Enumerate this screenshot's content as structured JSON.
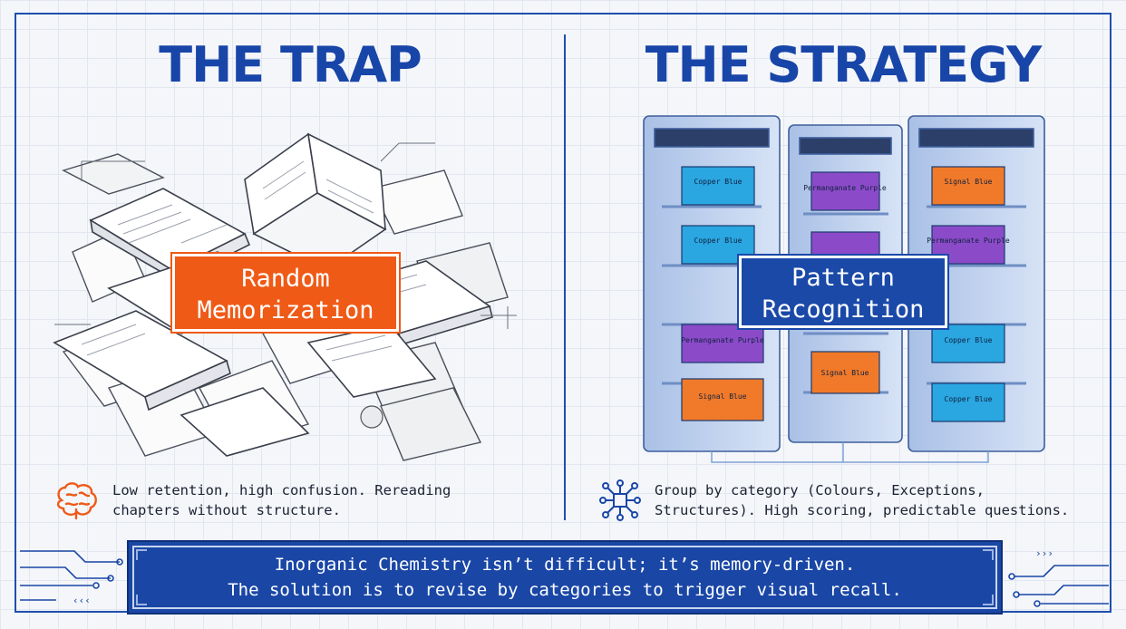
{
  "left": {
    "heading": "THE TRAP",
    "callout": [
      "Random",
      "Memorization"
    ],
    "caption": [
      "Low retention, high confusion. Rereading",
      "chapters without structure."
    ],
    "icon": "brain-icon"
  },
  "right": {
    "heading": "THE STRATEGY",
    "callout": [
      "Pattern",
      "Recognition"
    ],
    "caption": [
      "Group by category (Colours, Exceptions,",
      "Structures). High scoring, predictable questions."
    ],
    "icon": "network-chip-icon",
    "folders": {
      "left_rack": [
        "Copper Blue",
        "Copper Blue",
        "Permanganate Purple",
        "Signal Blue"
      ],
      "middle_rack": [
        "Permanganate Purple",
        "Signal Blue"
      ],
      "right_rack": [
        "Signal Blue",
        "Permanganate Purple",
        "Copper Blue",
        "Copper Blue"
      ]
    }
  },
  "banner": [
    "Inorganic Chemistry isn’t difficult; it’s memory-driven.",
    "The solution is to revise by categories to trigger visual recall."
  ],
  "colors": {
    "accent_blue": "#1a47a6",
    "accent_orange": "#ef5a17",
    "folder_blue": "#2aa6e0",
    "folder_purple": "#8b4bc9",
    "folder_orange": "#f07a2a"
  }
}
